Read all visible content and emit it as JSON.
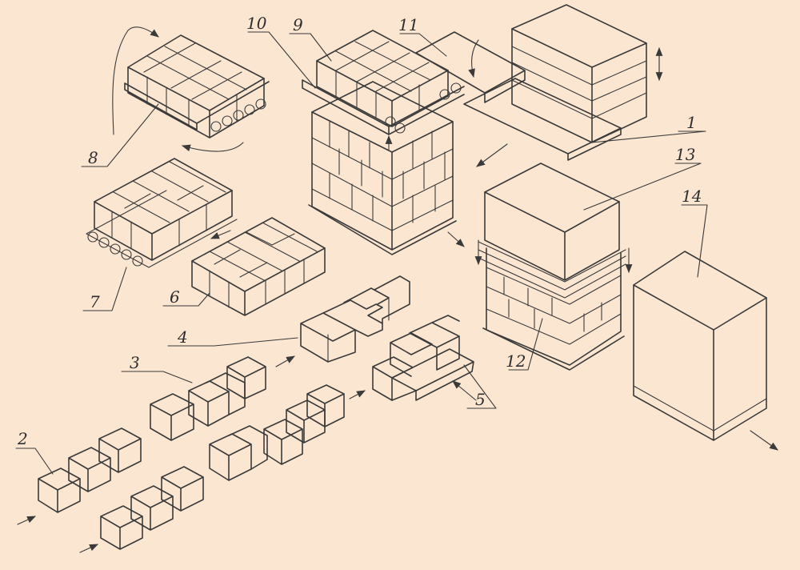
{
  "diagram": {
    "background_color": "#fbe6d2",
    "ink_color": "#3a3a3a",
    "labels": [
      "1",
      "2",
      "3",
      "4",
      "5",
      "6",
      "7",
      "8",
      "9",
      "10",
      "11",
      "12",
      "13",
      "14"
    ]
  }
}
